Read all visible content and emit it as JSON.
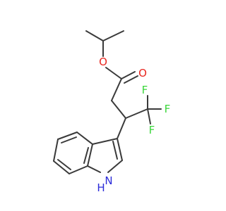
{
  "molecule": {
    "colors": {
      "bond": "#3a3a3a",
      "oxygen": "#e8261f",
      "fluorine": "#3bd63b",
      "nitrogen": "#2b2bd9"
    },
    "atoms": {
      "ester_oxygen": "O",
      "carbonyl_oxygen": "O",
      "fluorine_top": "F",
      "fluorine_right": "F",
      "fluorine_bottom": "F",
      "indole_nitrogen": "H\nN"
    },
    "labels": {
      "ester_oxygen": "O",
      "carbonyl_oxygen": "O",
      "fluorine_top": "F",
      "fluorine_right": "F",
      "fluorine_bottom": "F",
      "nitrogen_h": "H",
      "nitrogen_n": "N"
    }
  }
}
